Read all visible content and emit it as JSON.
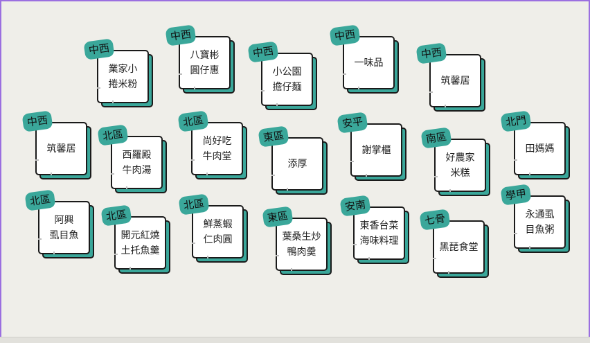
{
  "cards": [
    {
      "tag": "中西",
      "name": "業家小\n捲米粉"
    },
    {
      "tag": "中西",
      "name": "八寶彬\n圓仔惠"
    },
    {
      "tag": "中西",
      "name": "小公園\n擔仔麵"
    },
    {
      "tag": "中西",
      "name": "一味品"
    },
    {
      "tag": "中西",
      "name": "筑馨居"
    },
    {
      "tag": "中西",
      "name": "筑馨居"
    },
    {
      "tag": "北區",
      "name": "西羅殿\n牛肉湯"
    },
    {
      "tag": "北區",
      "name": "尚好吃\n牛肉堂"
    },
    {
      "tag": "東區",
      "name": "添厚"
    },
    {
      "tag": "安平",
      "name": "謝掌櫃"
    },
    {
      "tag": "南區",
      "name": "好農家\n米糕"
    },
    {
      "tag": "北門",
      "name": "田媽媽"
    },
    {
      "tag": "北區",
      "name": "阿興\n虱目魚"
    },
    {
      "tag": "北區",
      "name": "開元紅燒\n土托魚羹"
    },
    {
      "tag": "北區",
      "name": "鮮蒸蝦\n仁肉圓"
    },
    {
      "tag": "東區",
      "name": "葉桑生炒\n鴨肉羹"
    },
    {
      "tag": "安南",
      "name": "東香台菜\n海味料理"
    },
    {
      "tag": "七骨",
      "name": "黑琵食堂"
    },
    {
      "tag": "學甲",
      "name": "永通虱\n目魚粥"
    }
  ]
}
